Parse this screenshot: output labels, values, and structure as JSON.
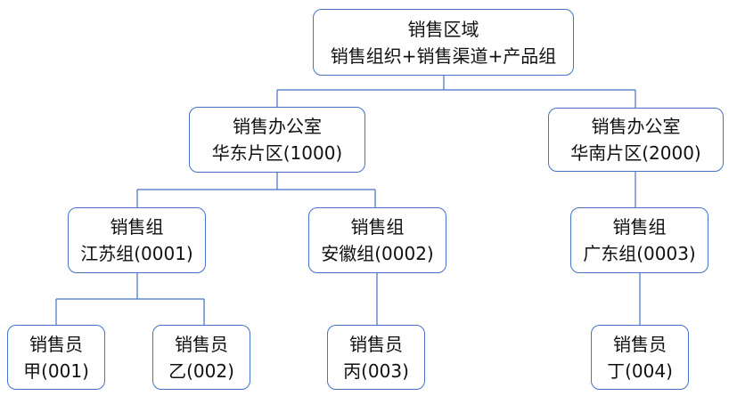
{
  "sales_area": {
    "line1": "销售区域",
    "line2": "销售组织+销售渠道+产品组"
  },
  "offices": [
    {
      "line1": "销售办公室",
      "line2": "华东片区(1000)"
    },
    {
      "line1": "销售办公室",
      "line2": "华南片区(2000)"
    }
  ],
  "groups": [
    {
      "line1": "销售组",
      "line2": "江苏组(0001)"
    },
    {
      "line1": "销售组",
      "line2": "安徽组(0002)"
    },
    {
      "line1": "销售组",
      "line2": "广东组(0003)"
    }
  ],
  "salespersons": [
    {
      "line1": "销售员",
      "line2": "甲(001)"
    },
    {
      "line1": "销售员",
      "line2": "乙(002)"
    },
    {
      "line1": "销售员",
      "line2": "丙(003)"
    },
    {
      "line1": "销售员",
      "line2": "丁(004)"
    }
  ],
  "colors": {
    "node_border": "#4472c4",
    "connector": "#4472c4"
  }
}
